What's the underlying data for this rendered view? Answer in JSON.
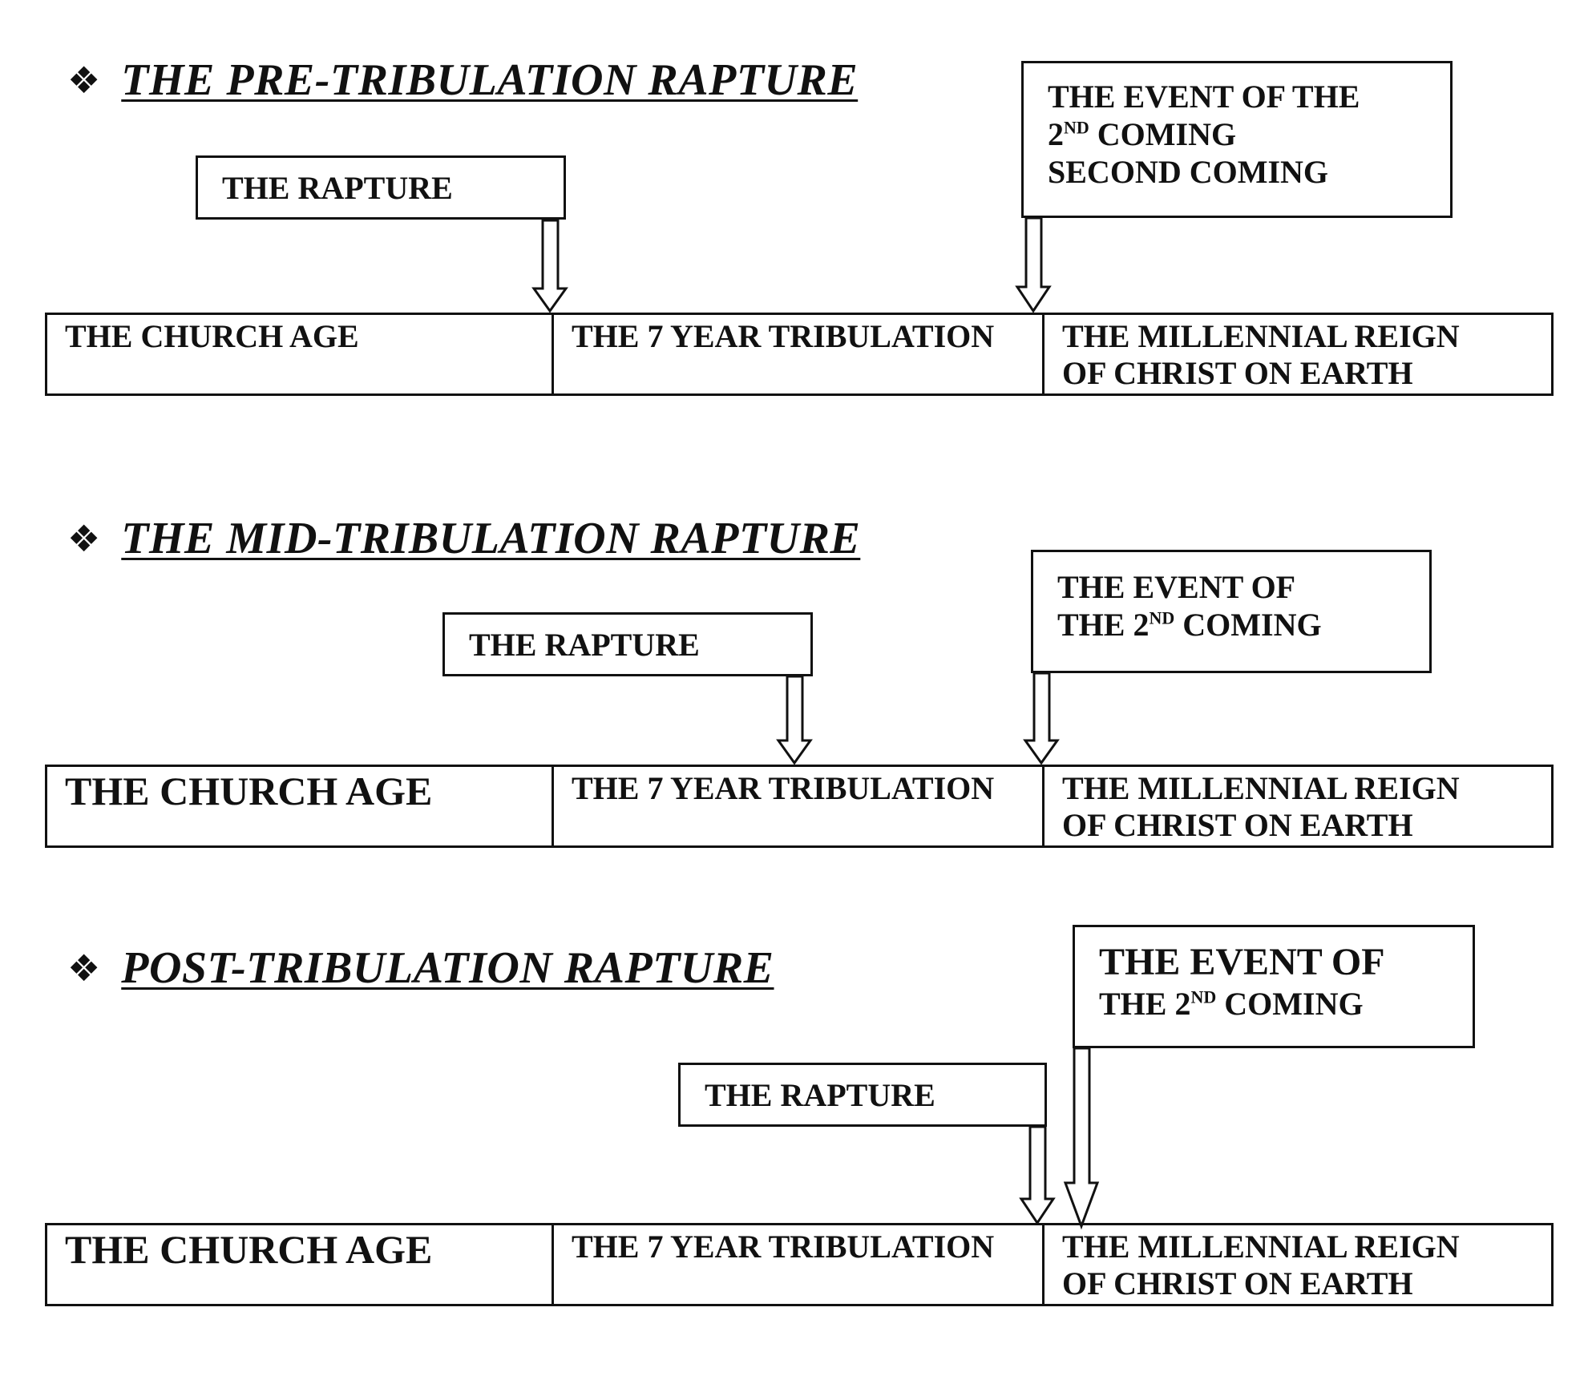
{
  "sections": [
    {
      "heading": "THE PRE-TRIBULATION RAPTURE",
      "rapture_label": "THE RAPTURE",
      "second_coming": {
        "line1": "THE EVENT OF THE",
        "line2_num": "2",
        "line2_sup": "ND",
        "line2_rest": " COMING",
        "line3": "SECOND COMING"
      },
      "timeline": {
        "church_age": "THE CHURCH AGE",
        "tribulation": "THE 7 YEAR TRIBULATION",
        "millennial_1": "THE MILLENNIAL REIGN",
        "millennial_2": "OF CHRIST ON EARTH"
      }
    },
    {
      "heading": "THE MID-TRIBULATION RAPTURE",
      "rapture_label": "THE RAPTURE",
      "second_coming": {
        "line1": "THE EVENT OF",
        "line2_pre": "THE ",
        "line2_num": "2",
        "line2_sup": "ND",
        "line2_rest": " COMING"
      },
      "timeline": {
        "church_age": "THE CHURCH AGE",
        "tribulation": "THE 7 YEAR TRIBULATION",
        "millennial_1": "THE MILLENNIAL REIGN",
        "millennial_2": "OF CHRIST ON EARTH"
      }
    },
    {
      "heading": "POST-TRIBULATION RAPTURE",
      "rapture_label": "THE RAPTURE",
      "second_coming": {
        "line1": "THE EVENT OF",
        "line2_pre": "THE ",
        "line2_num": "2",
        "line2_sup": "ND",
        "line2_rest": " COMING"
      },
      "timeline": {
        "church_age": "THE CHURCH AGE",
        "tribulation": "THE 7 YEAR TRIBULATION",
        "millennial_1": "THE MILLENNIAL REIGN",
        "millennial_2": "OF CHRIST ON EARTH"
      }
    }
  ],
  "bullet_icon": "diamond-cluster-bullet-icon"
}
